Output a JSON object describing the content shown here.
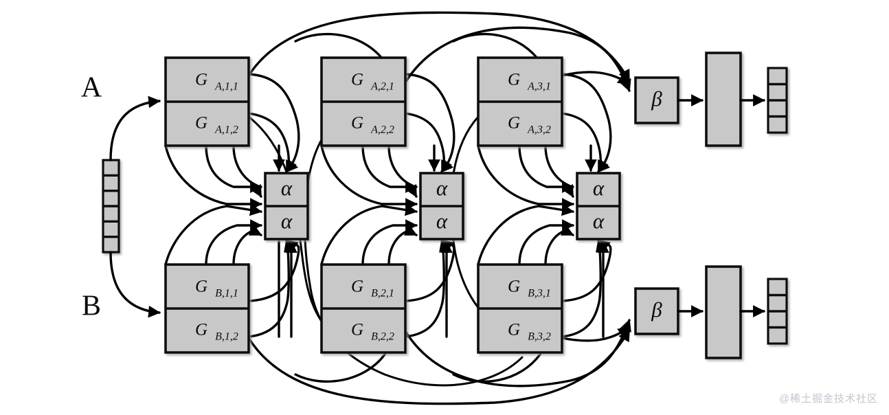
{
  "figure": {
    "title": "Two-stream gated recurrent network diagram",
    "background_color": "#ffffff",
    "box_fill_color": "#c8c8c8",
    "stroke_color": "#000000"
  },
  "inputs": {
    "stream_a_label": "A",
    "stream_b_label": "B",
    "shared_input_vector": {
      "name": "input-vector",
      "cell_count": 6
    }
  },
  "columns": [
    {
      "index": 1,
      "stream_a": {
        "top_label": "G",
        "top_sub": "A,1,1",
        "bottom_label": "G",
        "bottom_sub": "A,1,2"
      },
      "stream_b": {
        "top_label": "G",
        "top_sub": "B,1,1",
        "bottom_label": "G",
        "bottom_sub": "B,1,2"
      },
      "gate": {
        "top_label": "α",
        "bottom_label": "α"
      }
    },
    {
      "index": 2,
      "stream_a": {
        "top_label": "G",
        "top_sub": "A,2,1",
        "bottom_label": "G",
        "bottom_sub": "A,2,2"
      },
      "stream_b": {
        "top_label": "G",
        "top_sub": "B,2,1",
        "bottom_label": "G",
        "bottom_sub": "B,2,2"
      },
      "gate": {
        "top_label": "α",
        "bottom_label": "α"
      }
    },
    {
      "index": 3,
      "stream_a": {
        "top_label": "G",
        "top_sub": "A,3,1",
        "bottom_label": "G",
        "bottom_sub": "A,3,2"
      },
      "stream_b": {
        "top_label": "G",
        "top_sub": "B,3,1",
        "bottom_label": "G",
        "bottom_sub": "B,3,2"
      },
      "gate": {
        "top_label": "α",
        "bottom_label": "α"
      }
    }
  ],
  "outputs": {
    "top": {
      "gate_label": "β",
      "dense_block_name": "output-block-top",
      "output_vector": {
        "name": "output-vector-top",
        "cell_count": 4
      }
    },
    "bottom": {
      "gate_label": "β",
      "dense_block_name": "output-block-bottom",
      "output_vector": {
        "name": "output-vector-bottom",
        "cell_count": 4
      }
    }
  },
  "watermark": {
    "text": "@稀土掘金技术社区"
  }
}
